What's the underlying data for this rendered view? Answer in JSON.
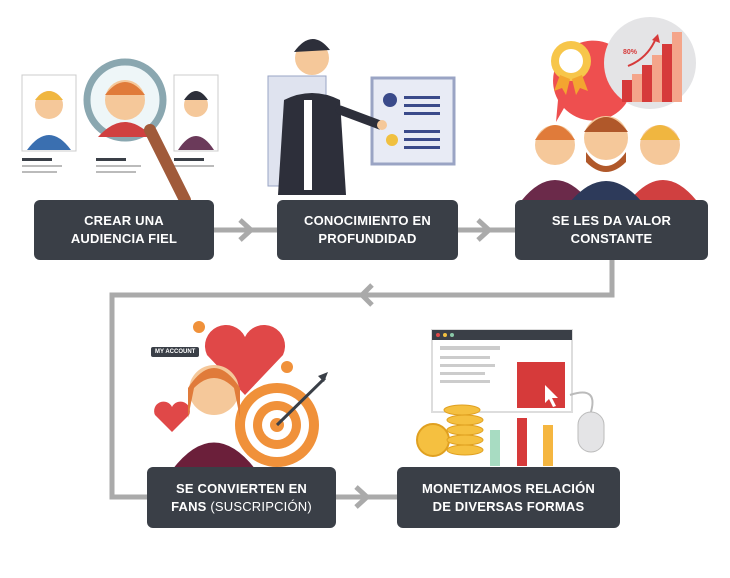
{
  "steps": [
    {
      "line1": "CREAR UNA",
      "line2": "AUDIENCIA FIEL"
    },
    {
      "line1": "CONOCIMIENTO EN",
      "line2": "PROFUNDIDAD"
    },
    {
      "line1": "SE LES DA VALOR",
      "line2": "CONSTANTE"
    },
    {
      "line1": "SE CONVIERTEN EN",
      "line2_bold": "FANS",
      "line2_thin": "(SUSCRIPCIÓN)"
    },
    {
      "line1": "MONETIZAMOS RELACIÓN",
      "line2": "DE DIVERSAS FORMAS"
    }
  ],
  "illustrations": {
    "my_account_tag": "MY ACCOUNT",
    "growth_percent": "80%"
  },
  "colors": {
    "box": "#3a3f47",
    "connector": "#aaaaaa",
    "accent_red": "#e04848",
    "accent_orange": "#f0913a"
  }
}
